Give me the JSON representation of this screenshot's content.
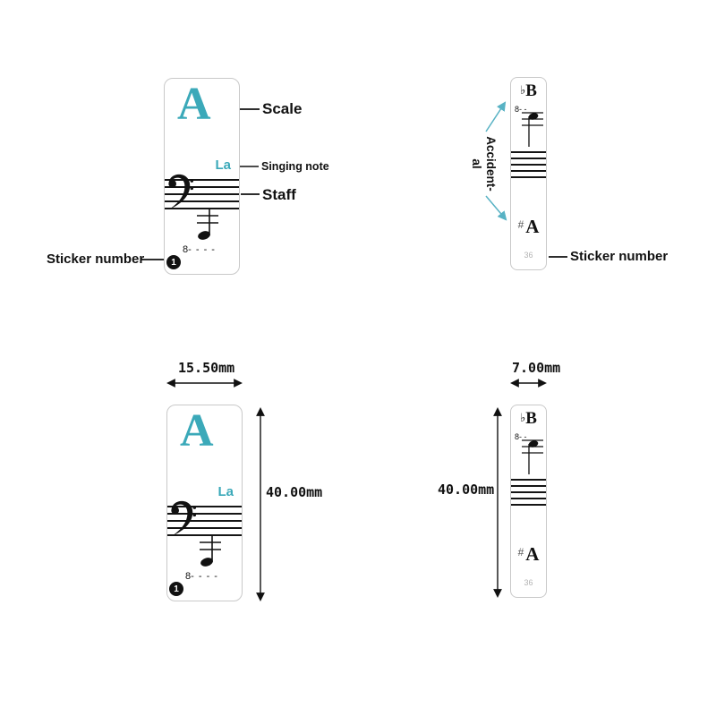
{
  "annotations": {
    "scale": "Scale",
    "singing_note": "Singing note",
    "staff": "Staff",
    "sticker_number": "Sticker number",
    "accidental_line1": "Accident-",
    "accidental_line2": "al"
  },
  "large_sticker": {
    "letter": "A",
    "solfege": "La",
    "octave": "8",
    "octave_dashes": "- - - -",
    "number": "1"
  },
  "narrow_sticker": {
    "flat": "♭",
    "top_letter": "B",
    "octave": "8",
    "octave_dashes": "- -",
    "sharp": "#",
    "bottom_letter": "A",
    "number": "36"
  },
  "dimensions": {
    "large_width": "15.50mm",
    "narrow_width": "7.00mm",
    "height": "40.00mm"
  },
  "colors": {
    "teal": "#3ba9b9",
    "arrow_blue": "#58b2c4",
    "ink": "#111111"
  }
}
